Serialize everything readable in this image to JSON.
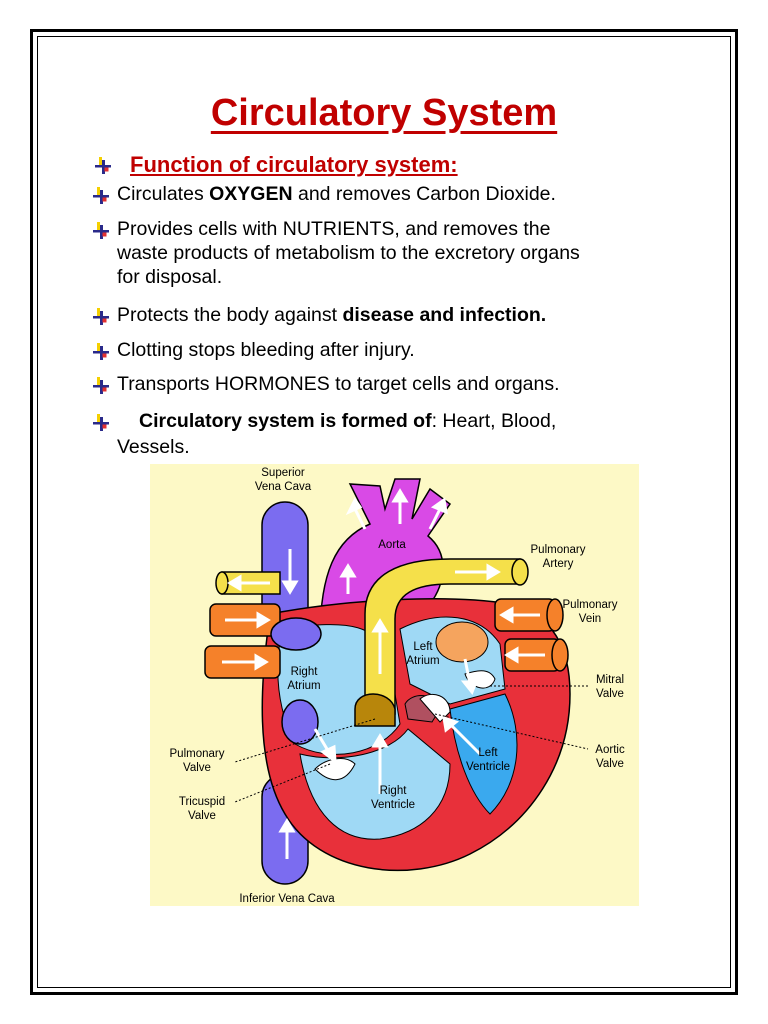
{
  "title": "Circulatory System",
  "subheading": "Function of circulatory system:",
  "bullets": [
    {
      "pre": "Circulates ",
      "bold": "OXYGEN",
      "post": " and removes Carbon Dioxide."
    },
    {
      "line1": "Provides cells with NUTRIENTS, and removes the",
      "line2": "waste products of metabolism to the excretory organs",
      "line3": "for disposal."
    },
    {
      "pre": "Protects the body against ",
      "bold": "disease and infection.",
      "post": ""
    },
    {
      "text": "Clotting stops bleeding after injury."
    },
    {
      "text": "Transports HORMONES to target cells and organs."
    },
    {
      "bold": "Circulatory system is formed of",
      "post": ": Heart, Blood,",
      "line2": "Vessels."
    }
  ],
  "diagram": {
    "labels": {
      "superior_vena_cava_1": "Superior",
      "superior_vena_cava_2": "Vena Cava",
      "aorta": "Aorta",
      "pulmonary_artery_1": "Pulmonary",
      "pulmonary_artery_2": "Artery",
      "pulmonary_vein_1": "Pulmonary",
      "pulmonary_vein_2": "Vein",
      "right_atrium_1": "Right",
      "right_atrium_2": "Atrium",
      "left_atrium_1": "Left",
      "left_atrium_2": "Atrium",
      "mitral_valve_1": "Mitral",
      "mitral_valve_2": "Valve",
      "pulmonary_valve_1": "Pulmonary",
      "pulmonary_valve_2": "Valve",
      "aortic_valve_1": "Aortic",
      "aortic_valve_2": "Valve",
      "left_ventricle_1": "Left",
      "left_ventricle_2": "Ventricle",
      "right_ventricle_1": "Right",
      "right_ventricle_2": "Ventricle",
      "tricuspid_valve_1": "Tricuspid",
      "tricuspid_valve_2": "Valve",
      "inferior_vena_cava": "Inferior Vena Cava"
    },
    "colors": {
      "background": "#fdf9c6",
      "vena_cava": "#7b6cf0",
      "aorta": "#d94ae6",
      "pulmonary_artery": "#f5e04a",
      "pulmonary_vein": "#f5812a",
      "heart_wall": "#e8303a",
      "chamber": "#9fd9f5",
      "chamber_dark": "#3aa9ee",
      "valve": "#b8860b"
    }
  }
}
